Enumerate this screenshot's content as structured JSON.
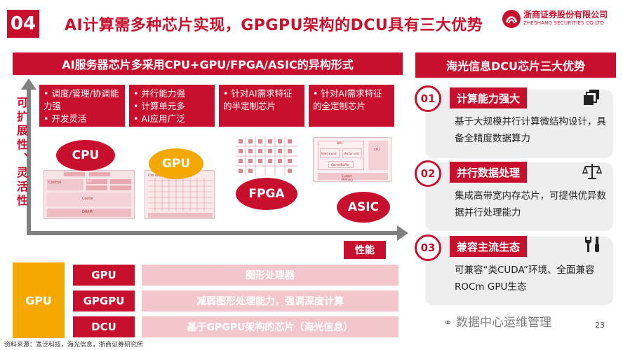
{
  "header": {
    "slide_number": "04",
    "title": "AI计算需多种芯片实现，GPGPU架构的DCU具有三大优势",
    "logo_cn": "浙商证券股份有限公司",
    "logo_en": "ZHESHANG SECURITIES CO.LTD"
  },
  "left": {
    "banner": "AI服务器芯片多采用CPU+GPU/FPGA/ASIC的异构形式",
    "y_axis_label": "可扩展性、灵活性",
    "x_axis_label": "性能",
    "features": [
      [
        "调度/管理/协调能力强",
        "开发灵活"
      ],
      [
        "并行能力强",
        "计算单元多",
        "AI应用广泛"
      ],
      [
        "针对AI需求特征的半定制芯片"
      ],
      [
        "针对AI需求特征的全定制芯片"
      ]
    ],
    "chips": [
      "CPU",
      "GPU",
      "FPGA",
      "ASIC"
    ],
    "diagram_text": {
      "cpu_control": "Control",
      "cpu_alu": "ALU",
      "cpu_cache": "Cache",
      "cpu_dram": "DRAM",
      "gpu_cache": "Cts and cache",
      "asic_npu": "NPU",
      "asic_matrix": "Matrix unit",
      "asic_vector": "Vector unit",
      "asic_cpu": "CPU",
      "asic_buffer": "Cache/Buffer",
      "asic_memory": "System Memory"
    }
  },
  "right": {
    "banner": "海光信息DCU芯片三大优势",
    "advantages": [
      {
        "num": "01",
        "title": "计算能力强大",
        "desc": "基于大规模并行计算微结构设计，具备全精度数据算力",
        "icon": "layers-icon"
      },
      {
        "num": "02",
        "title": "并行数据处理",
        "desc": "集成高带宽内存芯片，可提供优异数据并行处理能力",
        "icon": "balance-scale-icon"
      },
      {
        "num": "03",
        "title": "兼容主流生态",
        "desc": "可兼容“类CUDA”环境、全面兼容ROCm GPU生态",
        "icon": "tools-icon"
      }
    ]
  },
  "table": {
    "group_label": "GPU",
    "rows": [
      {
        "name": "GPU",
        "desc": "图形处理器"
      },
      {
        "name": "GPGPU",
        "desc": "减弱图形处理能力，强调深度计算"
      },
      {
        "name": "DCU",
        "desc": "基于GPGPU架构的芯片（海光信息）"
      }
    ]
  },
  "footer": {
    "source": "资料来源：宽泛科技，海光信息，浙商证券研究所",
    "watermark": "数据中心运维管理",
    "page": "23"
  },
  "colors": {
    "brand_red": "#c8102e",
    "gpu_orange": "#f5a800",
    "axis_gray": "#808080",
    "pink": "#f2c6cb"
  }
}
